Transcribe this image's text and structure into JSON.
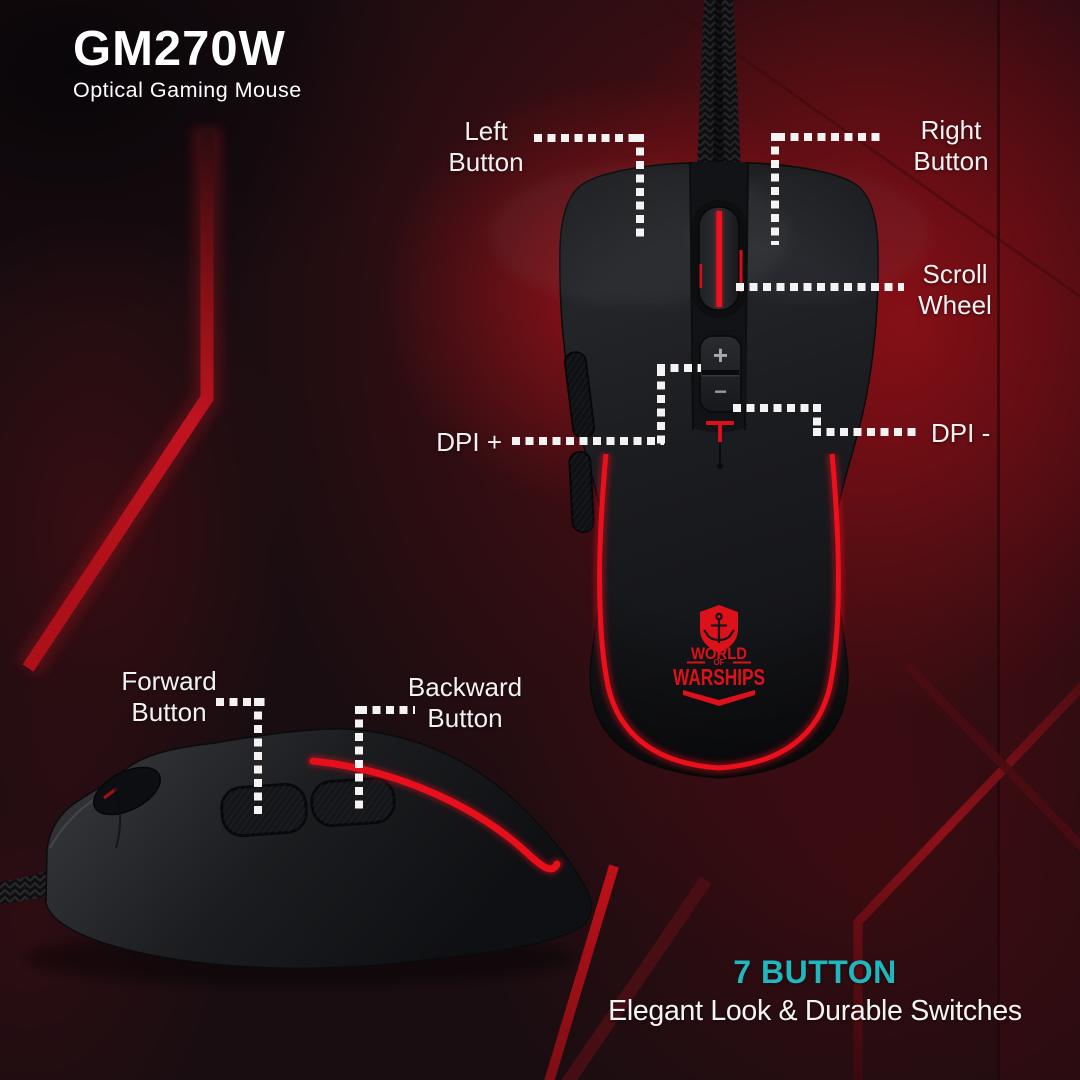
{
  "product": {
    "model": "GM270W",
    "subtitle": "Optical Gaming Mouse"
  },
  "callouts": {
    "left_button": {
      "line1": "Left",
      "line2": "Button"
    },
    "right_button": {
      "line1": "Right",
      "line2": "Button"
    },
    "scroll_wheel": {
      "line1": "Scroll",
      "line2": "Wheel"
    },
    "dpi_plus": {
      "label": "DPI +"
    },
    "dpi_minus": {
      "label": "DPI -"
    },
    "forward_button": {
      "line1": "Forward",
      "line2": "Button"
    },
    "backward_button": {
      "line1": "Backward",
      "line2": "Button"
    }
  },
  "mouse": {
    "dpi_plus_symbol": "+",
    "dpi_minus_symbol": "−",
    "logo": {
      "icon": "anchor-icon",
      "line1": "WORLD",
      "line2": "OF",
      "line3": "WARSHIPS"
    }
  },
  "footer": {
    "headline": "7 BUTTON",
    "subheadline": "Elegant Look & Durable Switches"
  },
  "colors": {
    "accent_teal": "#21b7be",
    "led_red": "#e8101c",
    "logo_red": "#dd1119",
    "background_red": "#a31016",
    "label_white": "#f3f1f2"
  }
}
